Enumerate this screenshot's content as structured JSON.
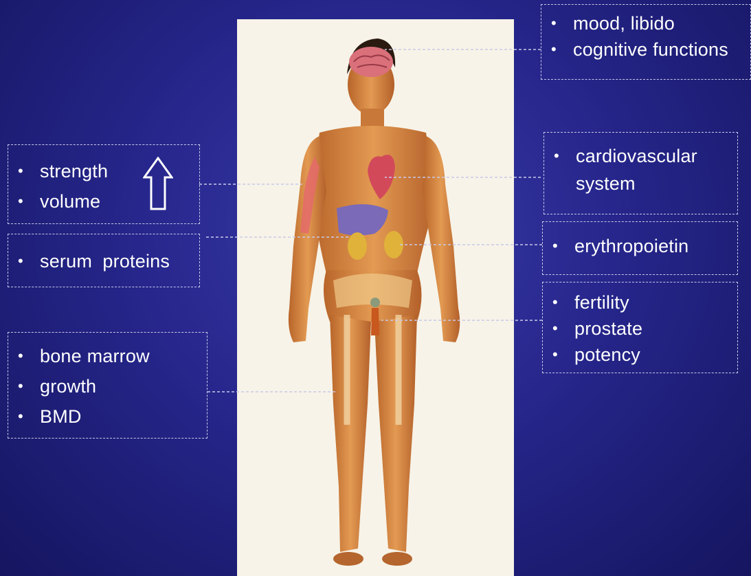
{
  "boxes": {
    "brain": {
      "items": [
        "mood, libido",
        "cognitive functions"
      ]
    },
    "muscle": {
      "items": [
        "strength",
        "volume"
      ]
    },
    "serum": {
      "items": [
        "serum  proteins"
      ]
    },
    "bone": {
      "items": [
        "bone marrow",
        "growth",
        "BMD"
      ]
    },
    "cardio": {
      "items": [
        "cardiovascular system"
      ]
    },
    "kidney": {
      "items": [
        "erythropoietin"
      ]
    },
    "reproductive": {
      "items": [
        "fertility",
        "prostate",
        "potency"
      ]
    }
  },
  "icons": {
    "increase": "up-arrow-outline-icon"
  },
  "colors": {
    "background": "#26268c",
    "panel": "#f7f3e8",
    "box_border": "#c9c9e8",
    "skin": "#d98a45",
    "heart": "#d24a5a",
    "liver": "#7a6ab8",
    "kidney": "#e0b23a"
  }
}
